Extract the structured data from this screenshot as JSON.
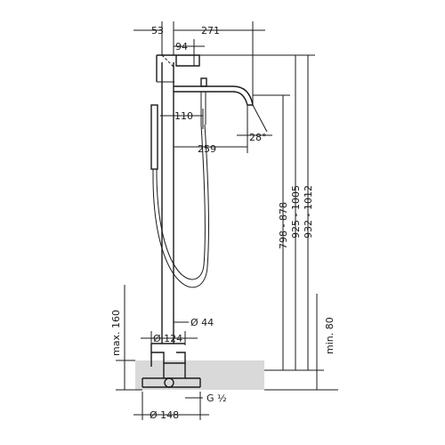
{
  "dimensions": {
    "d53": "53",
    "d271": "271",
    "d94": "94",
    "d110": "110",
    "d259": "259",
    "angle": "28°",
    "d798": "798 - 878",
    "d925": "925 - 1005",
    "d932": "932 - 1012",
    "dmax": "max. 160",
    "dmin": "min. 80",
    "dia44": "Ø 44",
    "dia124": "Ø 124",
    "dia148": "Ø 148",
    "thread": "G ½"
  }
}
